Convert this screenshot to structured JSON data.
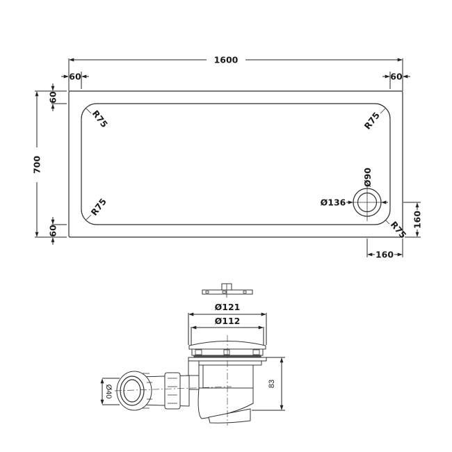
{
  "tray_plan": {
    "overall_length": "1600",
    "overall_width": "700",
    "rim_left": "60",
    "rim_right": "60",
    "rim_top": "60",
    "rim_bottom": "60",
    "corner_radius_top_left": "R75",
    "corner_radius_top_right": "R75",
    "corner_radius_bottom_left": "R75",
    "corner_radius_bottom_right": "R75",
    "waste_inner_diameter": "Ø90",
    "waste_outer_diameter": "Ø136",
    "waste_offset_from_end": "160",
    "waste_offset_from_side": "160"
  },
  "waste_trap": {
    "cover_outer_diameter": "Ø121",
    "cover_inner_diameter": "Ø112",
    "outlet_diameter": "Ø40",
    "trap_height": "83"
  }
}
